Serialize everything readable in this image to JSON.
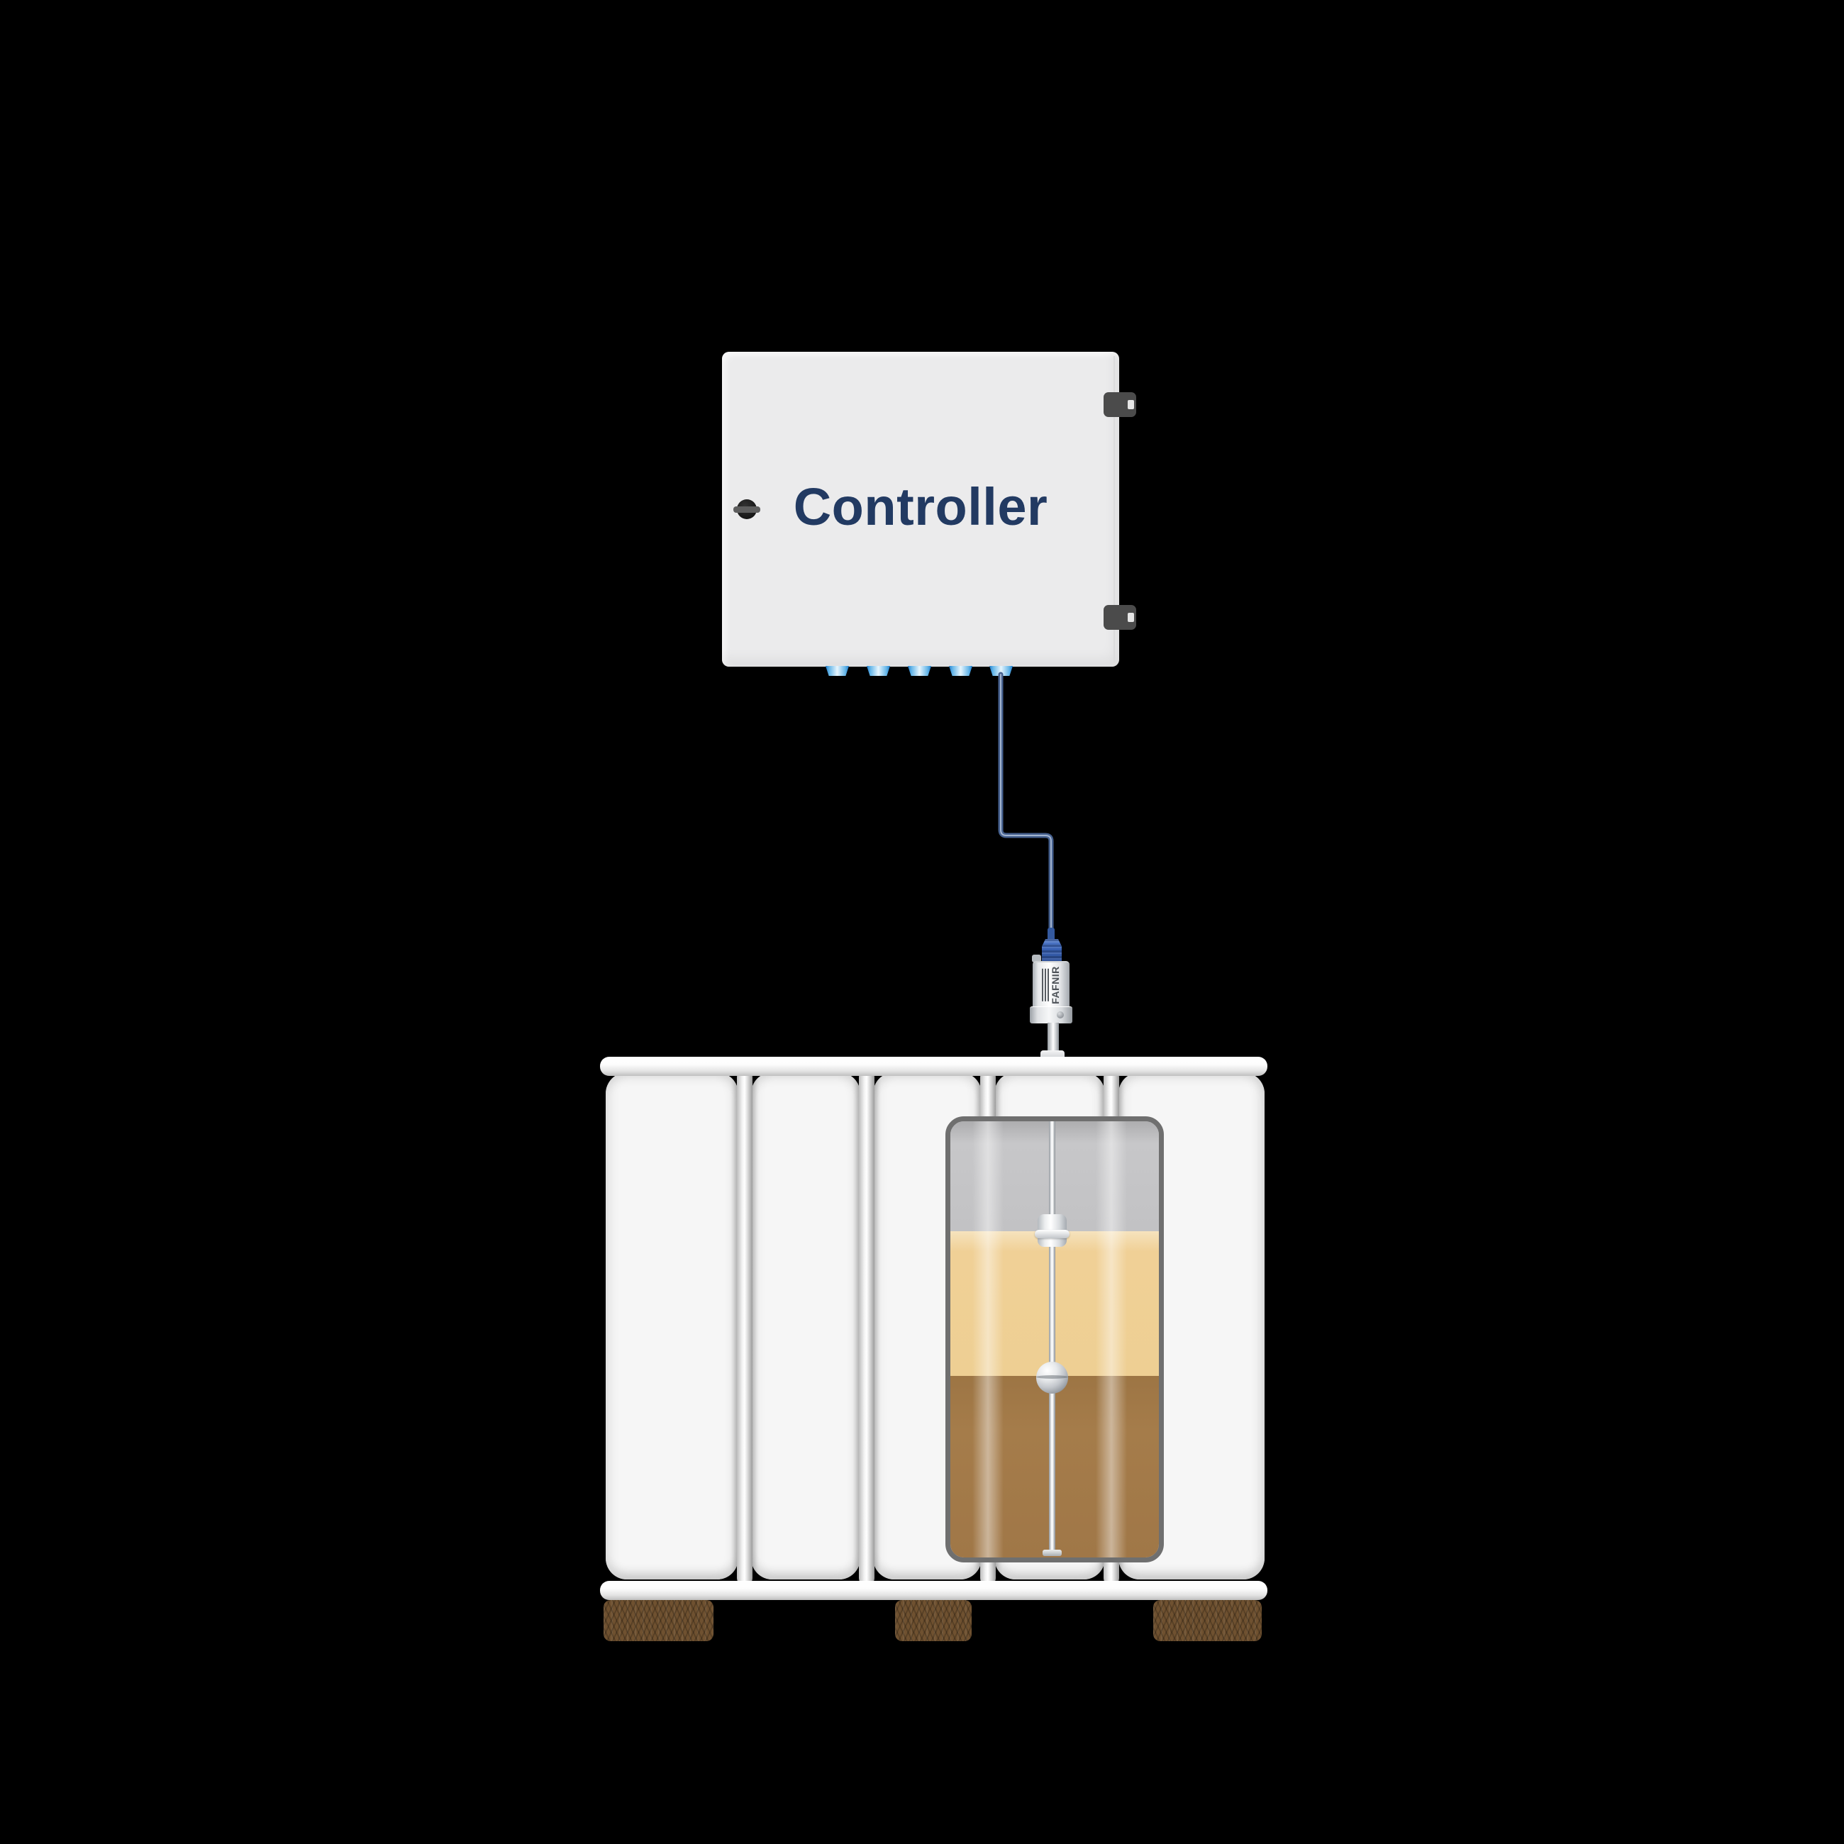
{
  "background_color": "#000000",
  "controller": {
    "label": "Controller",
    "label_color": "#223a62",
    "enclosure_color": "#ebebec",
    "hinge_color": "#4b4b4b",
    "knob_color": "#1f1f1f",
    "hinge_count": 2,
    "cable_glands": {
      "count": 5,
      "color_edge": "#1d7bcc",
      "color_center": "#e7f5fd"
    }
  },
  "cable": {
    "color_outer": "#46618f",
    "color_core": "#a3b4cf"
  },
  "sensor": {
    "brand": "FAFNIR",
    "brand_color": "#4d5258",
    "connector_color": "#3a63b6",
    "body_color": "#e6e8ea",
    "logo_stripe_count": 3
  },
  "tank": {
    "type": "IBC tote with frame",
    "frame_color": "#ffffff",
    "panel_count": 5,
    "frame_bar_count": 4,
    "feet": {
      "count": 3,
      "color": "#6f5130"
    },
    "cutaway": {
      "border_color": "#6f6f6f",
      "layers": [
        {
          "name": "headspace-air",
          "color": "#c3c3c5",
          "fill_fraction": 0.25
        },
        {
          "name": "upper-liquid",
          "color": "#f0d096",
          "fill_fraction": 0.33
        },
        {
          "name": "lower-liquid",
          "color": "#a47b49",
          "fill_fraction": 0.42
        }
      ],
      "probe": {
        "rod_color": "#ffffff",
        "floats": [
          {
            "name": "upper-level-float",
            "shape": "cylinder",
            "position": "air-liquid interface"
          },
          {
            "name": "interface-float",
            "shape": "sphere",
            "position": "liquid-liquid interface"
          }
        ]
      }
    }
  }
}
